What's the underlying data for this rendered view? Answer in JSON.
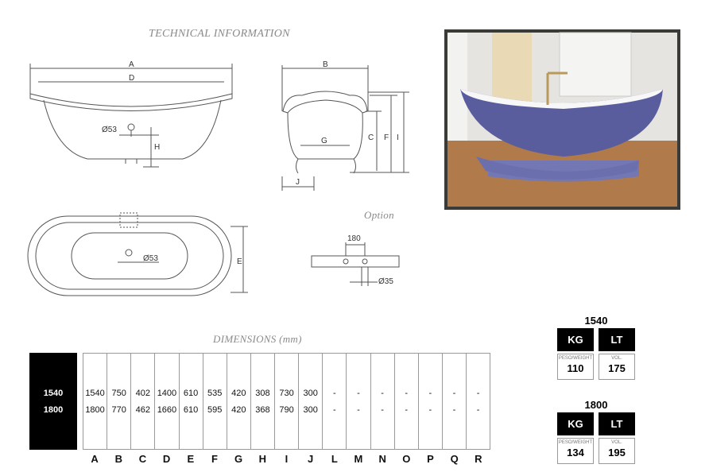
{
  "titles": {
    "technical": "TECHNICAL INFORMATION",
    "dimensions": "DIMENSIONS (mm)",
    "option": "Option"
  },
  "drawing_labels": {
    "A": "A",
    "D": "D",
    "d53": "Ø53",
    "H": "H",
    "B": "B",
    "C": "C",
    "F": "F",
    "I": "I",
    "G": "G",
    "J": "J",
    "E": "E",
    "d180": "180",
    "d35": "Ø35",
    "d53b": "Ø53"
  },
  "table": {
    "sizes": [
      "1540",
      "1800"
    ],
    "columns": [
      {
        "key": "A",
        "v": [
          "1540",
          "1800"
        ]
      },
      {
        "key": "B",
        "v": [
          "750",
          "770"
        ]
      },
      {
        "key": "C",
        "v": [
          "402",
          "462"
        ]
      },
      {
        "key": "D",
        "v": [
          "1400",
          "1660"
        ]
      },
      {
        "key": "E",
        "v": [
          "610",
          "610"
        ]
      },
      {
        "key": "F",
        "v": [
          "535",
          "595"
        ]
      },
      {
        "key": "G",
        "v": [
          "420",
          "420"
        ]
      },
      {
        "key": "H",
        "v": [
          "308",
          "368"
        ]
      },
      {
        "key": "I",
        "v": [
          "730",
          "790"
        ]
      },
      {
        "key": "J",
        "v": [
          "300",
          "300"
        ]
      },
      {
        "key": "L",
        "v": [
          "-",
          "-"
        ]
      },
      {
        "key": "M",
        "v": [
          "-",
          "-"
        ]
      },
      {
        "key": "N",
        "v": [
          "-",
          "-"
        ]
      },
      {
        "key": "O",
        "v": [
          "-",
          "-"
        ]
      },
      {
        "key": "P",
        "v": [
          "-",
          "-"
        ]
      },
      {
        "key": "Q",
        "v": [
          "-",
          "-"
        ]
      },
      {
        "key": "R",
        "v": [
          "-",
          "-"
        ]
      }
    ]
  },
  "weights": [
    {
      "size": "1540",
      "kg_label": "KG",
      "lt_label": "LT",
      "weight_caption": "PESO/WEIGHT",
      "vol_caption": "VOL.",
      "kg": "110",
      "lt": "175"
    },
    {
      "size": "1800",
      "kg_label": "KG",
      "lt_label": "LT",
      "weight_caption": "PESO/WEIGHT",
      "vol_caption": "VOL.",
      "kg": "134",
      "lt": "195"
    }
  ],
  "colors": {
    "tub": "#6b6fae",
    "floor": "#b07a4a"
  }
}
